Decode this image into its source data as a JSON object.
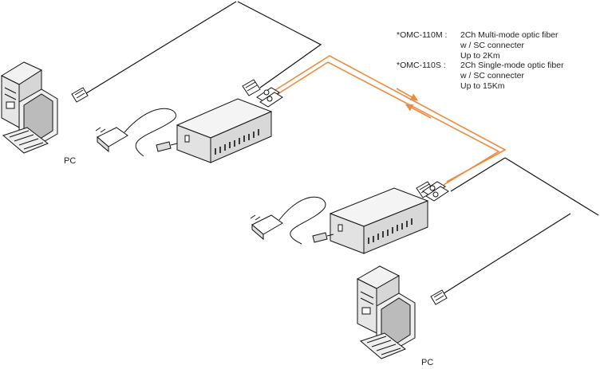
{
  "notes": [
    {
      "key": "*OMC-110M :",
      "lines": [
        "2Ch Multi-mode optic fiber",
        "w / SC connecter",
        "Up to 2Km"
      ]
    },
    {
      "key": "*OMC-110S :",
      "lines": [
        "2Ch Single-mode optic fiber",
        "w / SC connecter",
        "Up to 15Km"
      ]
    }
  ],
  "labels": {
    "pc_top": "PC",
    "pc_bottom": "PC"
  },
  "colors": {
    "fiber": "#f08a3c",
    "line": "#111111",
    "device_top": "#f4f4f4",
    "device_side": "#d8d8d8"
  }
}
